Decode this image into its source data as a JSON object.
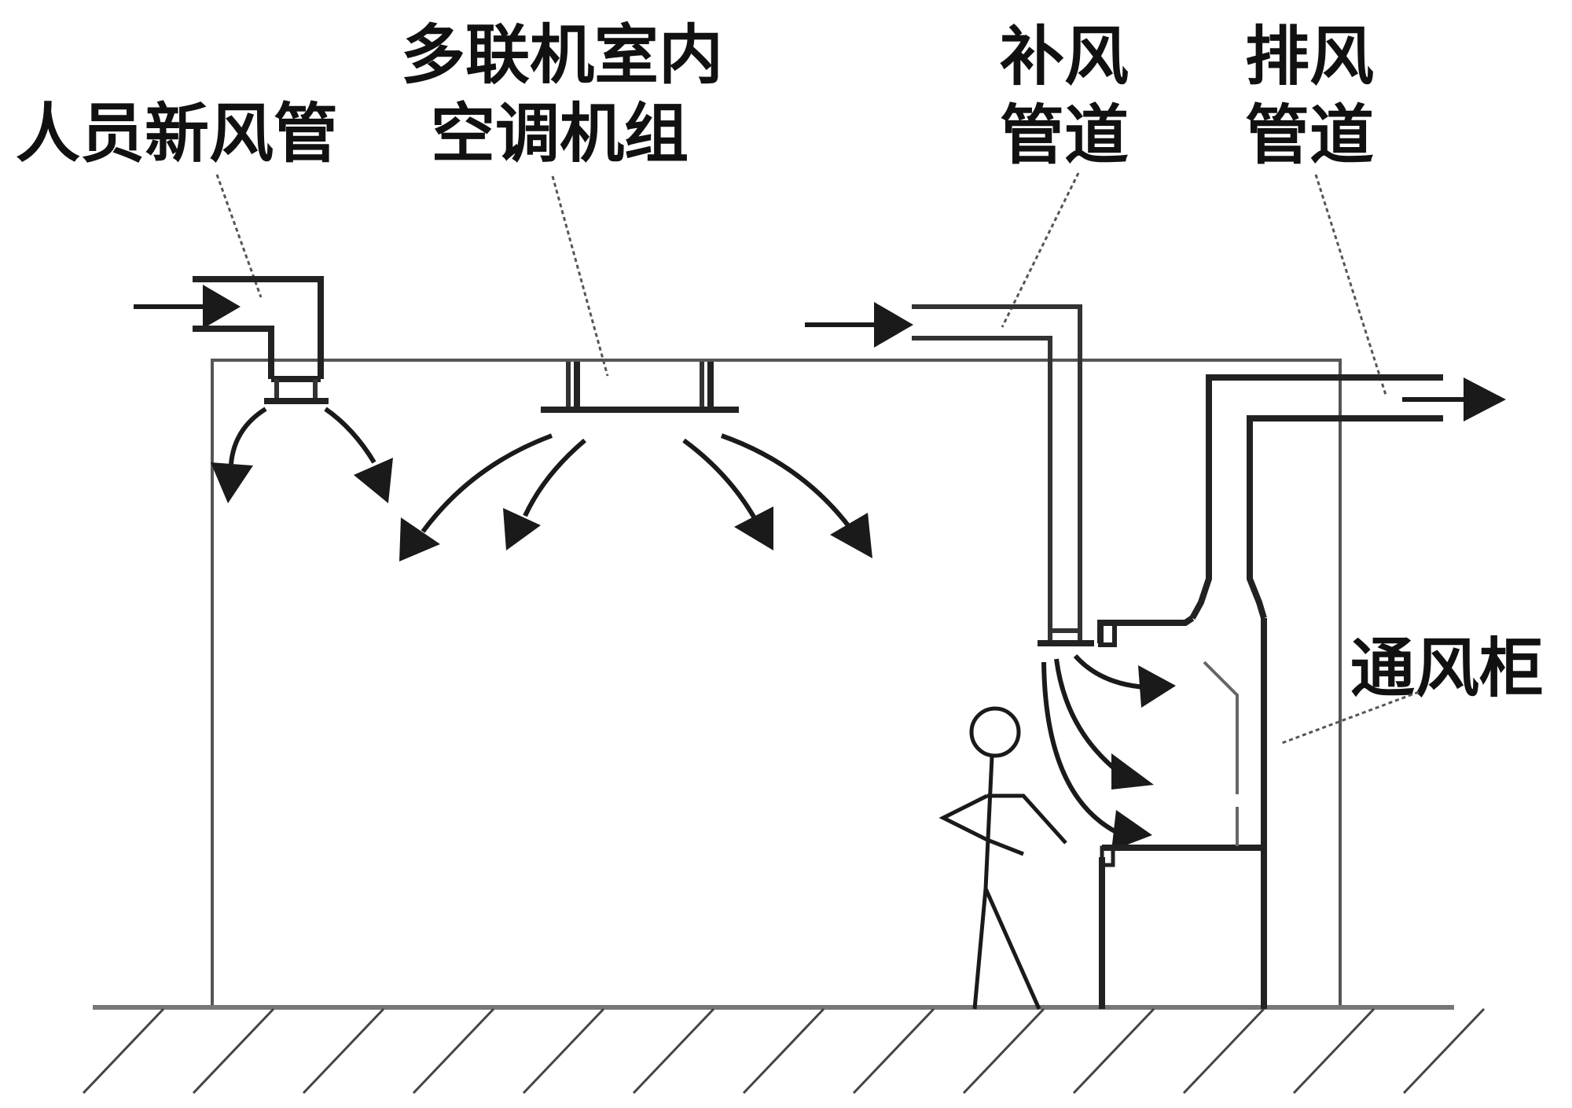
{
  "title": "实验室通风气流组织示意图",
  "labels": {
    "fresh_air_duct": "人员新风管",
    "vrf_indoor_unit_line1": "多联机室内",
    "vrf_indoor_unit_line2": "空调机组",
    "makeup_air_duct_line1": "补风",
    "makeup_air_duct_line2": "管道",
    "exhaust_duct_line1": "排风",
    "exhaust_duct_line2": "管道",
    "fume_hood": "通风柜"
  },
  "components": [
    {
      "id": "fresh-air-duct",
      "name": "人员新风管",
      "flow": "inlet",
      "outlet_arrows": 2
    },
    {
      "id": "vrf-indoor-unit",
      "name": "多联机室内空调机组",
      "flow": "supply",
      "outlet_arrows": 4
    },
    {
      "id": "makeup-air-duct",
      "name": "补风管道",
      "flow": "inlet",
      "outlet_arrows": 3
    },
    {
      "id": "exhaust-duct",
      "name": "排风管道",
      "flow": "outlet",
      "outlet_arrows": 1
    },
    {
      "id": "fume-hood",
      "name": "通风柜"
    },
    {
      "id": "operator",
      "name": "人员"
    }
  ],
  "colors": {
    "line": "#1a1a1a",
    "wall": "#555555",
    "background": "#ffffff"
  }
}
